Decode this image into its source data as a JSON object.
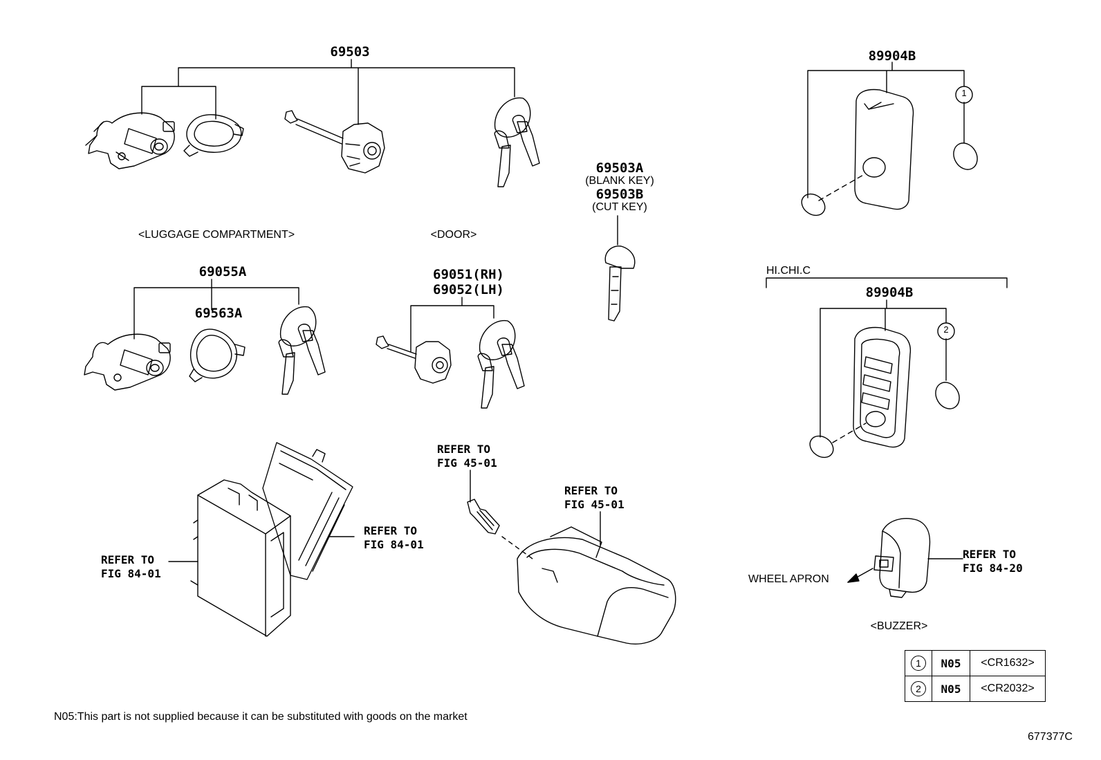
{
  "parts": {
    "p69503": "69503",
    "p69055a": "69055A",
    "p69563a": "69563A",
    "p69051": "69051(RH)",
    "p69052": "69052(LH)",
    "p69503a": "69503A",
    "blank_key": "(BLANK KEY)",
    "p69503b": "69503B",
    "cut_key": "(CUT KEY)",
    "p89904b_top": "89904B",
    "p89904b_bottom": "89904B"
  },
  "captions": {
    "luggage": "<LUGGAGE COMPARTMENT>",
    "door": "<DOOR>",
    "buzzer": "<BUZZER>",
    "grade": "HI.CHI.C",
    "wheel_apron": "WHEEL APRON"
  },
  "refs": {
    "ref_to": "REFER TO",
    "fig_84_01": "FIG 84-01",
    "fig_45_01": "FIG 45-01",
    "fig_84_20": "FIG 84-20"
  },
  "callouts": {
    "one": "1",
    "two": "2"
  },
  "legend": [
    {
      "num": "1",
      "code": "N05",
      "text": "<CR1632>"
    },
    {
      "num": "2",
      "code": "N05",
      "text": "<CR2032>"
    }
  ],
  "footnote": "N05:This part is not supplied because it can be substituted with goods on the market",
  "diagram_id": "677377C"
}
